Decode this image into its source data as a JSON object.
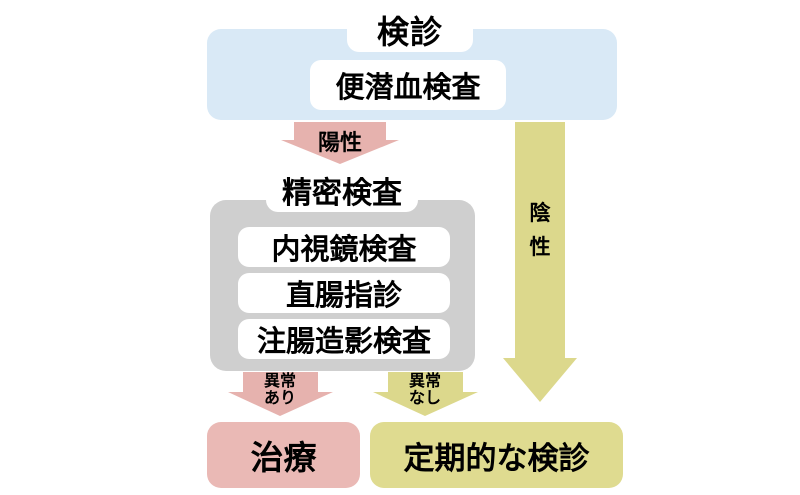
{
  "diagram": {
    "title": "検診",
    "screening": {
      "test_label": "便潜血検査"
    },
    "arrows": {
      "positive_label": "陽性",
      "negative_label": "陰\n性",
      "abnormal_label": "異常\nあり",
      "normal_label": "異常\nなし"
    },
    "detail_exam": {
      "title": "精密検査",
      "items": [
        "内視鏡検査",
        "直腸指診",
        "注腸造影検査"
      ]
    },
    "outcomes": {
      "treatment_label": "治療",
      "periodic_label": "定期的な検診"
    },
    "colors": {
      "screening_blue": "#d9e9f6",
      "detail_gray": "#cfcfcf",
      "positive_pink": "#e6b2ae",
      "negative_yellow": "#dcd88c",
      "treatment_pink": "#eab9b5",
      "periodic_yellow": "#dfdb90",
      "text_black": "#000000"
    }
  }
}
